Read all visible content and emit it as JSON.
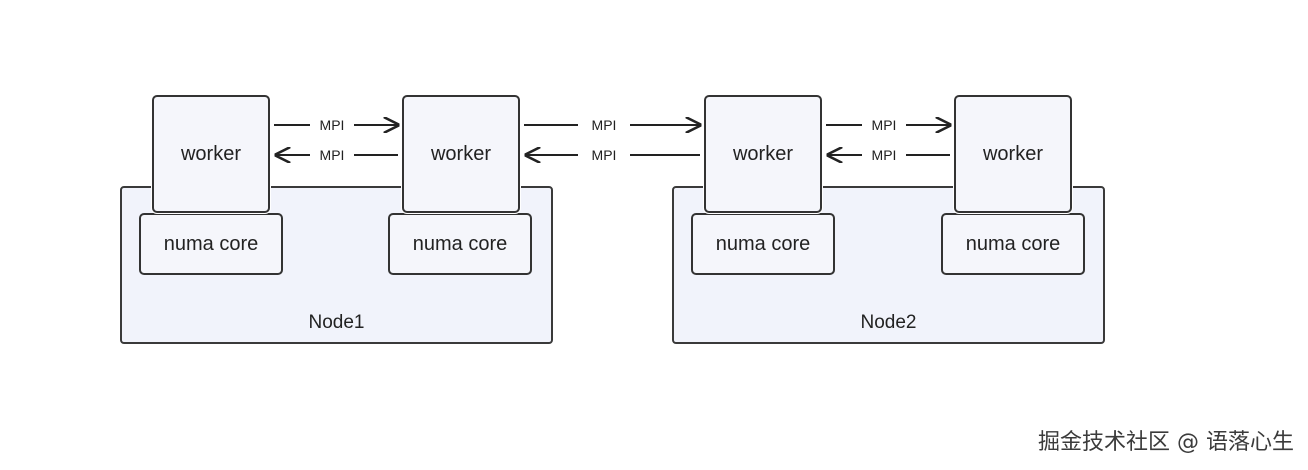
{
  "nodes": [
    {
      "label": "Node1"
    },
    {
      "label": "Node2"
    }
  ],
  "workers": [
    "worker",
    "worker",
    "worker",
    "worker"
  ],
  "numa_cores": [
    "numa core",
    "numa core",
    "numa core",
    "numa core"
  ],
  "links": [
    {
      "label": "MPI",
      "direction": "right"
    },
    {
      "label": "MPI",
      "direction": "left"
    },
    {
      "label": "MPI",
      "direction": "right"
    },
    {
      "label": "MPI",
      "direction": "left"
    },
    {
      "label": "MPI",
      "direction": "right"
    },
    {
      "label": "MPI",
      "direction": "left"
    }
  ],
  "watermark": "掘金技术社区 @ 语落心生"
}
